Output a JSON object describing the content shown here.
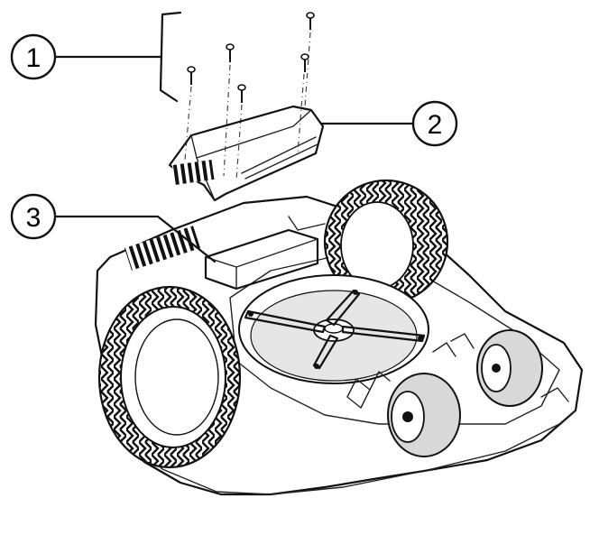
{
  "callouts": [
    {
      "label": "1"
    },
    {
      "label": "2"
    },
    {
      "label": "3"
    }
  ],
  "colors": {
    "ink": "#111111",
    "background": "#ffffff",
    "shade": "#d8d8d8"
  }
}
